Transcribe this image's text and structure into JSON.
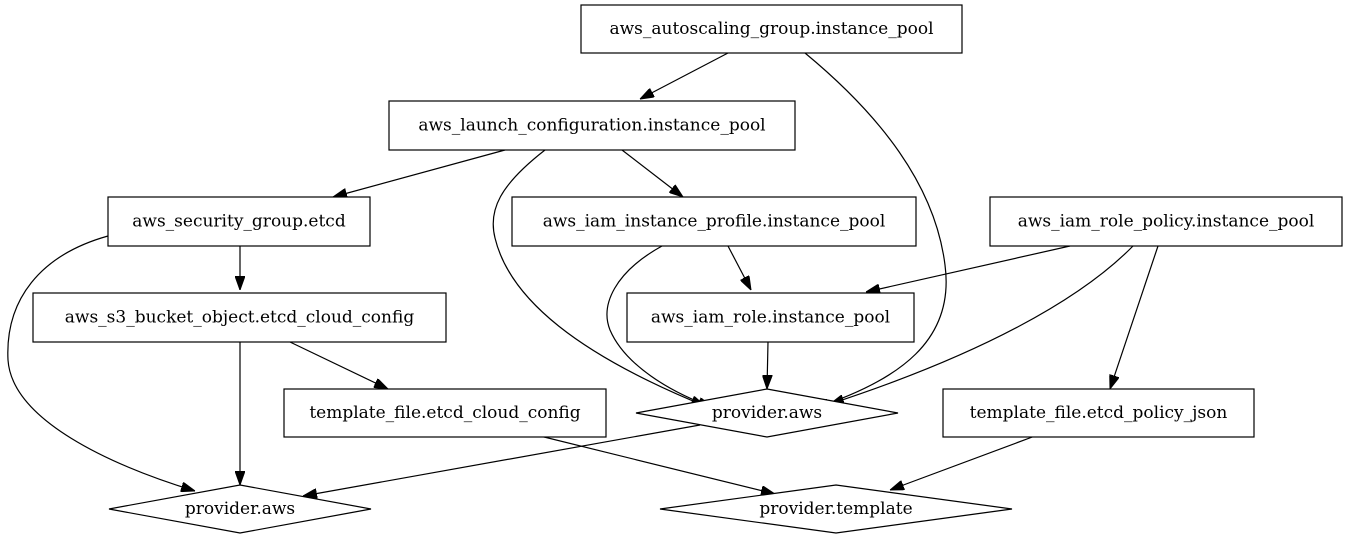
{
  "graph": {
    "nodes": [
      {
        "id": "asg",
        "label": "aws_autoscaling_group.instance_pool",
        "shape": "box"
      },
      {
        "id": "lc",
        "label": "aws_launch_configuration.instance_pool",
        "shape": "box"
      },
      {
        "id": "sg",
        "label": "aws_security_group.etcd",
        "shape": "box"
      },
      {
        "id": "iip",
        "label": "aws_iam_instance_profile.instance_pool",
        "shape": "box"
      },
      {
        "id": "irp",
        "label": "aws_iam_role_policy.instance_pool",
        "shape": "box"
      },
      {
        "id": "s3",
        "label": "aws_s3_bucket_object.etcd_cloud_config",
        "shape": "box"
      },
      {
        "id": "role",
        "label": "aws_iam_role.instance_pool",
        "shape": "box"
      },
      {
        "id": "tcc",
        "label": "template_file.etcd_cloud_config",
        "shape": "box"
      },
      {
        "id": "paws1",
        "label": "provider.aws",
        "shape": "diamond"
      },
      {
        "id": "tpj",
        "label": "template_file.etcd_policy_json",
        "shape": "box"
      },
      {
        "id": "paws2",
        "label": "provider.aws",
        "shape": "diamond"
      },
      {
        "id": "ptpl",
        "label": "provider.template",
        "shape": "diamond"
      }
    ],
    "edges": [
      {
        "from": "asg",
        "to": "lc"
      },
      {
        "from": "asg",
        "to": "paws1"
      },
      {
        "from": "lc",
        "to": "sg"
      },
      {
        "from": "lc",
        "to": "iip"
      },
      {
        "from": "lc",
        "to": "paws1"
      },
      {
        "from": "sg",
        "to": "s3"
      },
      {
        "from": "sg",
        "to": "paws2"
      },
      {
        "from": "iip",
        "to": "role"
      },
      {
        "from": "iip",
        "to": "paws1"
      },
      {
        "from": "irp",
        "to": "role"
      },
      {
        "from": "irp",
        "to": "paws1"
      },
      {
        "from": "irp",
        "to": "tpj"
      },
      {
        "from": "s3",
        "to": "tcc"
      },
      {
        "from": "s3",
        "to": "paws2"
      },
      {
        "from": "role",
        "to": "paws1"
      },
      {
        "from": "tcc",
        "to": "ptpl"
      },
      {
        "from": "paws1",
        "to": "paws2"
      },
      {
        "from": "tpj",
        "to": "ptpl"
      }
    ]
  }
}
